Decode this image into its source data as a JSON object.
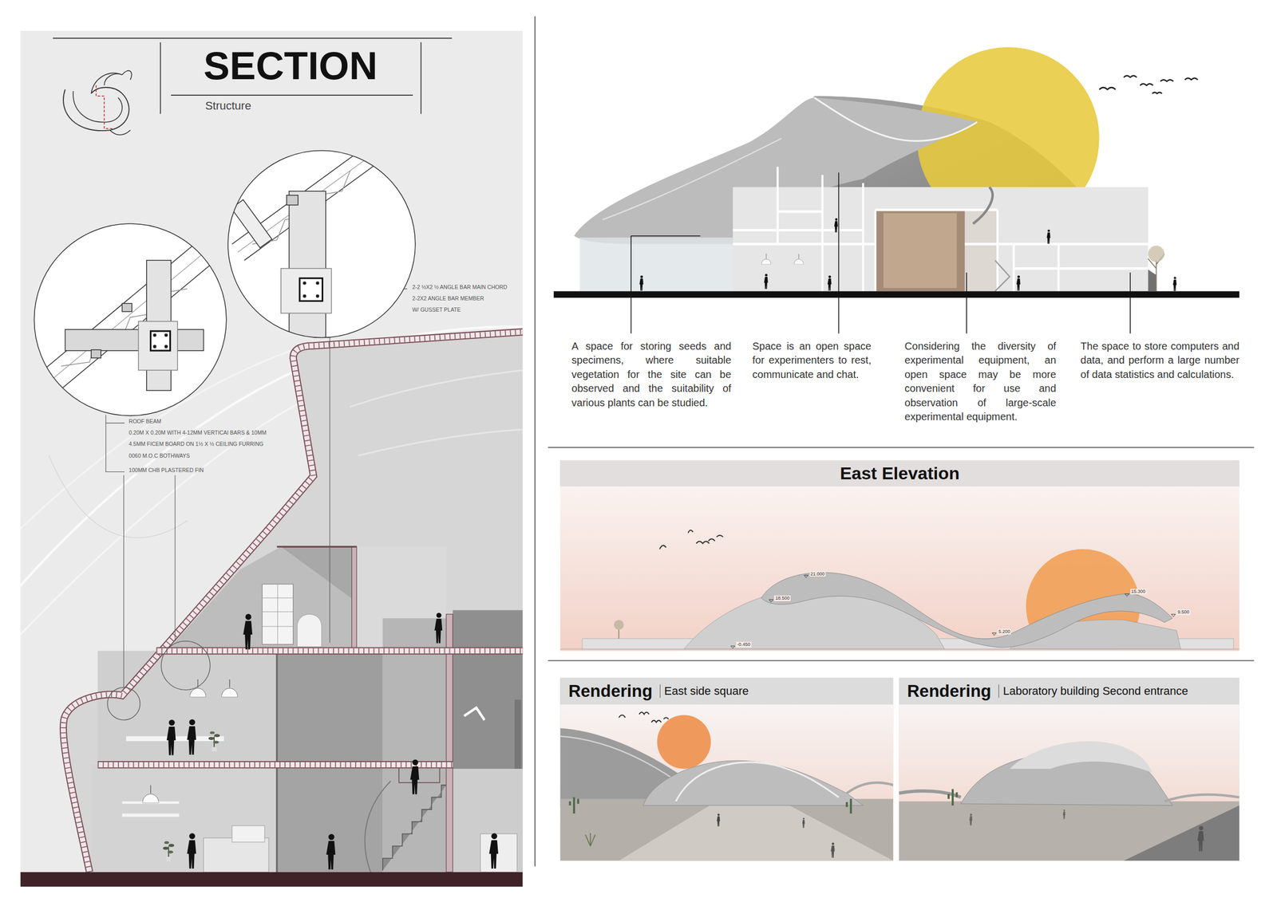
{
  "diagram": {
    "title": "SECTION",
    "nodes": [
      {
        "text": [
          "East Elevation"
        ]
      },
      {
        "text": [
          "Rendering",
          "East side square"
        ]
      },
      {
        "text": [
          "Rendering",
          "Laboratory building Second entrance"
        ]
      }
    ],
    "labels": [
      "Structure",
      "2-2 ½X2 ½ ANGLE BAR MAIN CHORD",
      "2-2X2 ANGLE BAR MEMBER",
      "W/ GUSSET PLATE",
      "ROOF BEAM",
      "0.20M X 0.20M WITH 4-12MM VERTICAI BARS & 10MM",
      "4.5MM FICEM BOARD ON 1½ X ½ CEILING FURRING",
      "0060 M.O.C BOTHWAYS",
      "100MM CHB PLASTERED FIN",
      "A space for storing seeds and specimens, where suitable vegetation for the site can be observed and the suitability of various plants can be studied.",
      "Space is an open space for experimenters to rest, communicate and chat.",
      "Considering the diversity of experimental equipment, an open space may be more convenient for use and observation of large-scale experimental equipment.",
      "The space to store computers and data, and perform a large number of data statistics and calculations.",
      "21.000",
      "18.500",
      "-0.450",
      "5.200",
      "15.300",
      "9.500"
    ]
  }
}
